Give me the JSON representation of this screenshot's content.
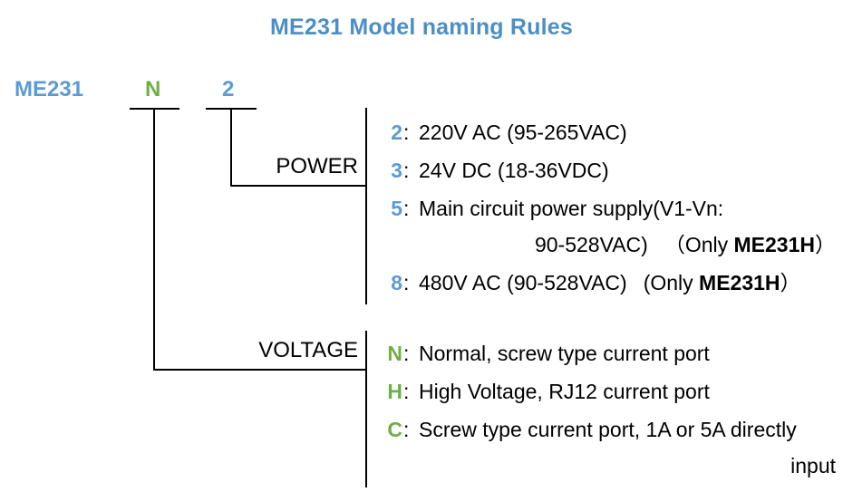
{
  "title": "ME231 Model naming Rules",
  "colors": {
    "title_blue": "#4C8FC4",
    "code_blue": "#5B9BD5",
    "code_green": "#70AD47",
    "line_black": "#000000"
  },
  "model_code": {
    "base": "ME231",
    "voltage_char": "N",
    "power_char": "2"
  },
  "groups": {
    "power_label": "POWER",
    "voltage_label": "VOLTAGE"
  },
  "power_options": [
    {
      "key": "2",
      "colon": ":",
      "text": "220V AC (95-265VAC)",
      "cont": null
    },
    {
      "key": "3",
      "colon": ":",
      "text": "24V DC (18-36VDC)",
      "cont": null
    },
    {
      "key": "5",
      "colon": ":",
      "text": "Main circuit power supply(V1-Vn:",
      "cont_pre": "90-528VAC)",
      "cont_note_open": "（Only ",
      "cont_note_bold": "ME231H",
      "cont_note_close": "）"
    },
    {
      "key": "8",
      "colon": ":",
      "text_pre": "480V AC (90-528VAC)",
      "note_open": "(Only ",
      "note_bold": "ME231H",
      "note_close": "）"
    }
  ],
  "voltage_options": [
    {
      "key": "N",
      "colon": ":",
      "text": "Normal, screw type current port",
      "cont": null
    },
    {
      "key": "H",
      "colon": ":",
      "text": "High Voltage, RJ12 current port",
      "cont": null
    },
    {
      "key": "C",
      "colon": ":",
      "text": "Screw type current port, 1A or 5A directly",
      "cont": "input"
    }
  ]
}
